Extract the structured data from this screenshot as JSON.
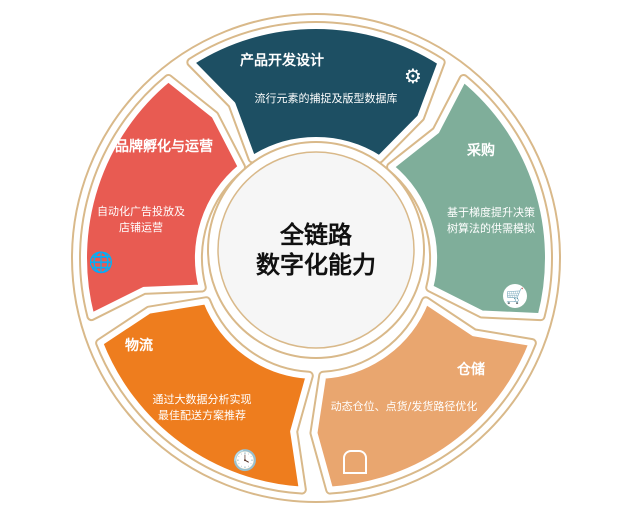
{
  "center": {
    "line1": "全链路",
    "line2": "数字化能力"
  },
  "segments": [
    {
      "title": "产品开发设计",
      "desc": [
        "流行元素的捕捉及版型数据库"
      ],
      "icon": "head-gear-icon",
      "color": "#1d4f63"
    },
    {
      "title": "采购",
      "desc": [
        "基于梯度提升决策",
        "树算法的供需模拟"
      ],
      "icon": "shopping-cart-icon",
      "color": "#7fae9a"
    },
    {
      "title": "仓储",
      "desc": [
        "动态仓位、点货/发货路径优化"
      ],
      "icon": "warehouse-icon",
      "color": "#e9a66f"
    },
    {
      "title": "物流",
      "desc": [
        "通过大数据分析实现",
        "最佳配送方案推荐"
      ],
      "icon": "delivery-truck-clock-icon",
      "color": "#ee7d1e"
    },
    {
      "title": "品牌孵化与运营",
      "desc": [
        "自动化广告投放及",
        "店铺运营"
      ],
      "icon": "globe-cursor-icon",
      "color": "#e85b52"
    }
  ],
  "ring_color": "#d9b98a"
}
